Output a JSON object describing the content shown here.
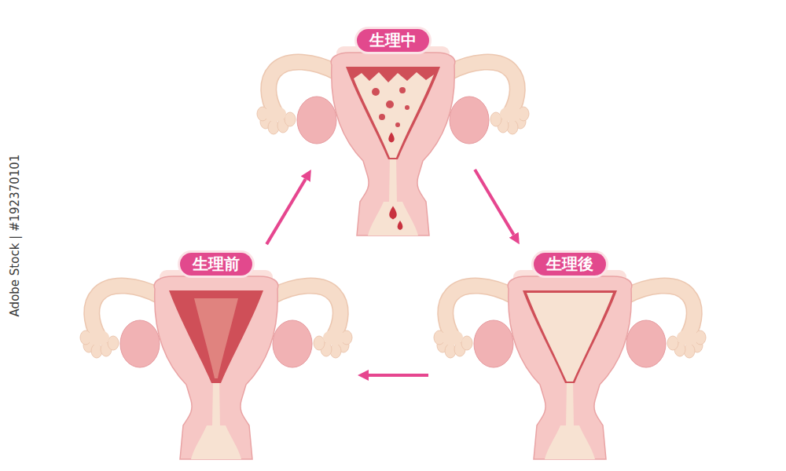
{
  "diagram": {
    "nodes": [
      {
        "text": [
          "生理中"
        ]
      },
      {
        "text": [
          "生理前"
        ]
      },
      {
        "text": [
          "生理後"
        ]
      }
    ],
    "edges": [
      {
        "from": 1,
        "to": 0,
        "arrow": "to"
      },
      {
        "from": 0,
        "to": 2,
        "arrow": "to"
      },
      {
        "from": 2,
        "to": 1,
        "arrow": "to"
      }
    ],
    "labels": [
      "Adobe Stock | #192370101"
    ]
  }
}
